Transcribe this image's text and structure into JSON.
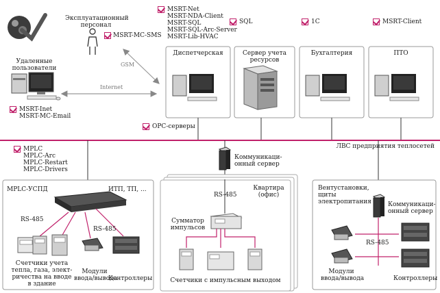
{
  "bus": {
    "label": "ЛВС предприятия теплосетей",
    "color": "#c0206a"
  },
  "software": {
    "personnel": [
      "MSRT-MC-SMS"
    ],
    "dispatch": [
      "MSRT-Net",
      "MSRT-NDA-Client",
      "MSRT-SQL",
      "MSRT-SQL-Arc-Server",
      "MSRT-Lib-HVAC"
    ],
    "sql": [
      "SQL"
    ],
    "onec": [
      "1С"
    ],
    "client": [
      "MSRT-Client"
    ],
    "remote": [
      "MSRT-Inet",
      "MSRT-MC-Email"
    ],
    "opc": [
      "OPC-серверы"
    ],
    "mplc": [
      "MPLC",
      "MPLC-Arc",
      "MPLC-Restart",
      "MPLC-Drivers"
    ]
  },
  "labels": {
    "personnel": [
      "Эксплуатационный",
      "персонал"
    ],
    "gsm": "GSM",
    "internet": "Internet",
    "remote_users": [
      "Удаленные",
      "пользователи"
    ],
    "dispatch": "Диспетчерская",
    "server": [
      "Сервер учета",
      "ресурсов"
    ],
    "accounting": "Бухгалтерия",
    "pto": "ПТО",
    "comm_server_center": [
      "Коммуникаци-",
      "онный сервер"
    ],
    "mplc_uspd": "MPLC-УСПД",
    "itp": "ИТП, ТП, ...",
    "rs485_a": "RS-485",
    "rs485_b": "RS-485",
    "meters_heat": [
      "Счетчики учета",
      "тепла, газа, элект-",
      "ричества на вводе",
      "в здание"
    ],
    "io_modules_left": [
      "Модули",
      "ввода/вывода"
    ],
    "controllers_left": "Контроллеры",
    "rs485_c": "RS-485",
    "apartment": [
      "Квартира",
      "(офис)"
    ],
    "pulse_adder": [
      "Сумматор",
      "импульсов"
    ],
    "pulse_meters": "Счетчики с импульсным выходом",
    "ventilation": [
      "Вентустановки,",
      "щиты",
      "электропитания"
    ],
    "comm_server_right": [
      "Коммуникаци-",
      "онный сервер"
    ],
    "rs485_d": "RS-485",
    "io_modules_right": [
      "Модули",
      "ввода/вывода"
    ],
    "controllers_right": "Контроллеры"
  }
}
